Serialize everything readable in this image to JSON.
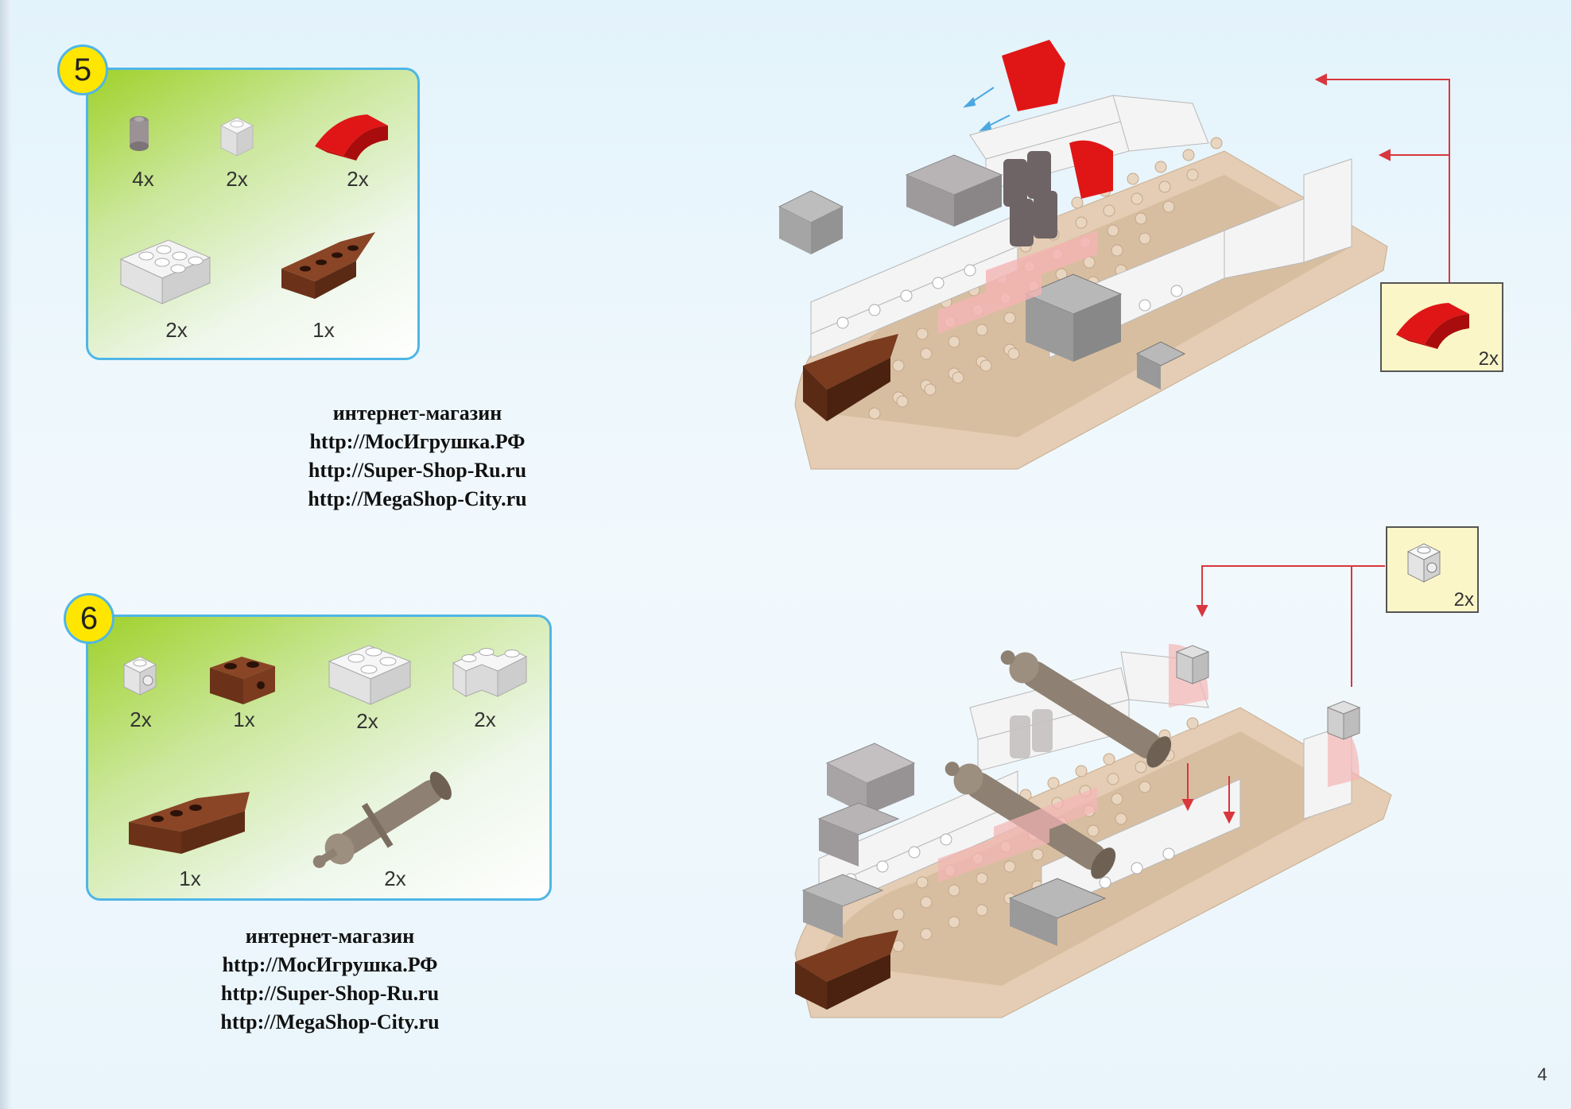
{
  "page_number": "4",
  "steps": [
    {
      "number": "5",
      "parts": [
        {
          "icon": "gray-round-stud-brick-icon",
          "qty": "4x"
        },
        {
          "icon": "white-1x1-brick-icon",
          "qty": "2x"
        },
        {
          "icon": "red-curved-slope-icon",
          "qty": "2x"
        },
        {
          "icon": "white-2x3-brick-icon",
          "qty": "2x"
        },
        {
          "icon": "brown-wedge-brick-icon",
          "qty": "1x"
        }
      ],
      "callouts": [
        {
          "icon": "red-curved-slope-icon",
          "qty": "2x"
        }
      ]
    },
    {
      "number": "6",
      "parts": [
        {
          "icon": "white-headlight-brick-icon",
          "qty": "2x"
        },
        {
          "icon": "brown-side-stud-brick-icon",
          "qty": "1x"
        },
        {
          "icon": "white-2x2-brick-icon",
          "qty": "2x"
        },
        {
          "icon": "white-corner-brick-icon",
          "qty": "2x"
        },
        {
          "icon": "brown-wedge-plate-icon",
          "qty": "1x"
        },
        {
          "icon": "cannon-icon",
          "qty": "2x"
        }
      ],
      "callouts": [
        {
          "icon": "white-headlight-brick-icon",
          "qty": "2x"
        }
      ]
    }
  ],
  "shop": {
    "title": "интернет-магазин",
    "links": [
      "http://МосИгрушка.РФ",
      "http://Super-Shop-Ru.ru",
      "http://MegaShop-City.ru"
    ]
  },
  "colors": {
    "panel_border": "#4fb6e6",
    "badge": "#ffe600",
    "panel_green": "#9fd12a",
    "brick_white": "#f2f2f2",
    "brick_gray": "#a8a4a6",
    "brick_red": "#e01616",
    "brick_brown": "#7a3b1f",
    "hull_tan": "#dcc2a6",
    "arrow_red": "#d9363e",
    "arrow_blue": "#4aa8e0",
    "callout_bg": "#fbf6c8"
  }
}
